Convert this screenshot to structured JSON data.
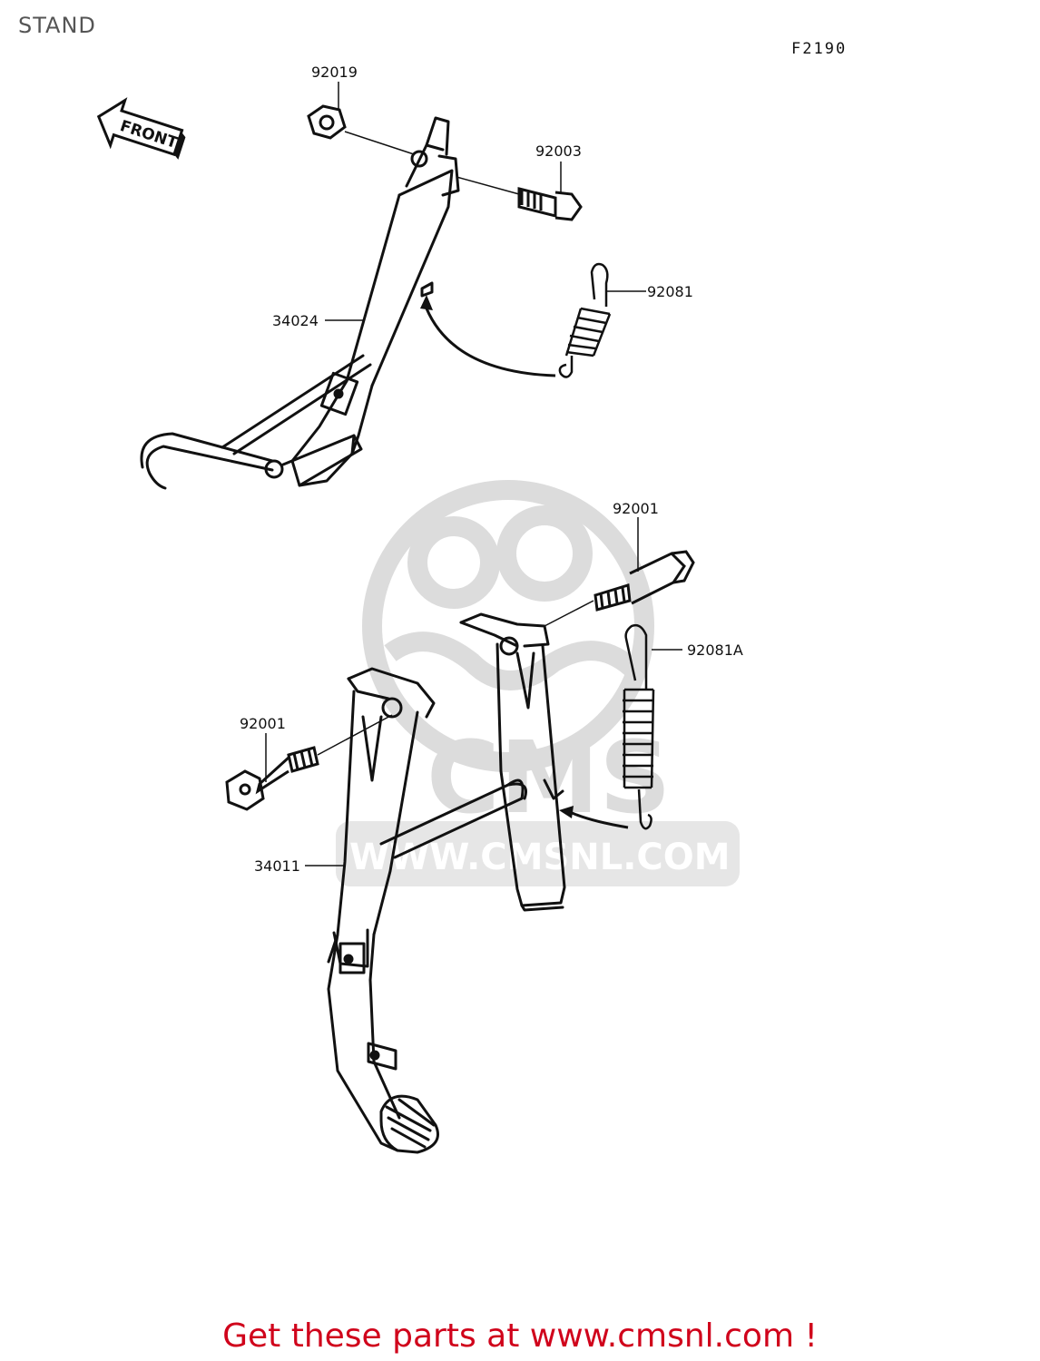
{
  "header": {
    "title": "STAND",
    "figure_code": "F2190"
  },
  "front_indicator": "FRONT",
  "parts": {
    "p92019": "92019",
    "p92003": "92003",
    "p92081": "92081",
    "p34024": "34024",
    "p92001_top": "92001",
    "p92081A": "92081A",
    "p92001_left": "92001",
    "p34011": "34011"
  },
  "watermark": {
    "brand": "CMS",
    "url": "WWW.CMSNL.COM"
  },
  "footer": {
    "text": "Get these parts at www.cmsnl.com !",
    "color": "#d0021b"
  }
}
